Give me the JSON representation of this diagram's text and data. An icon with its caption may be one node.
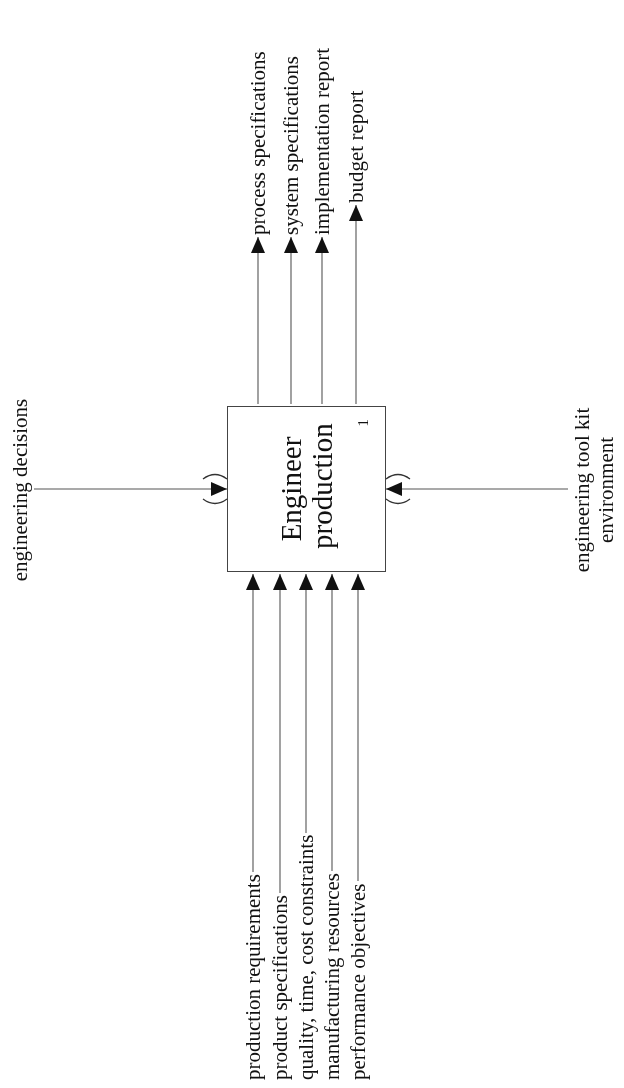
{
  "diagram": {
    "nodes": [
      {
        "text": [
          "Engineer production",
          "1"
        ]
      },
      {
        "text": [
          "engineering decisions"
        ]
      },
      {
        "text": [
          "production requirements"
        ]
      },
      {
        "text": [
          "product specifications"
        ]
      },
      {
        "text": [
          "quality, time, cost constraints"
        ]
      },
      {
        "text": [
          "manufacturing resources"
        ]
      },
      {
        "text": [
          "performance objectives"
        ]
      },
      {
        "text": [
          "engineering tool kit environment"
        ]
      },
      {
        "text": [
          "process specifications"
        ]
      },
      {
        "text": [
          "system specifications"
        ]
      },
      {
        "text": [
          "implementation report"
        ]
      },
      {
        "text": [
          "budget report"
        ]
      }
    ],
    "edges": [
      {
        "from": 1,
        "to": 0,
        "arrow": "to"
      },
      {
        "from": 2,
        "to": 0,
        "arrow": "to"
      },
      {
        "from": 3,
        "to": 0,
        "arrow": "to"
      },
      {
        "from": 4,
        "to": 0,
        "arrow": "to"
      },
      {
        "from": 5,
        "to": 0,
        "arrow": "to"
      },
      {
        "from": 6,
        "to": 0,
        "arrow": "to"
      },
      {
        "from": 7,
        "to": 0,
        "arrow": "to"
      },
      {
        "from": 0,
        "to": 8,
        "arrow": "to"
      },
      {
        "from": 0,
        "to": 9,
        "arrow": "to"
      },
      {
        "from": 0,
        "to": 10,
        "arrow": "to"
      },
      {
        "from": 0,
        "to": 11,
        "arrow": "to"
      }
    ]
  }
}
